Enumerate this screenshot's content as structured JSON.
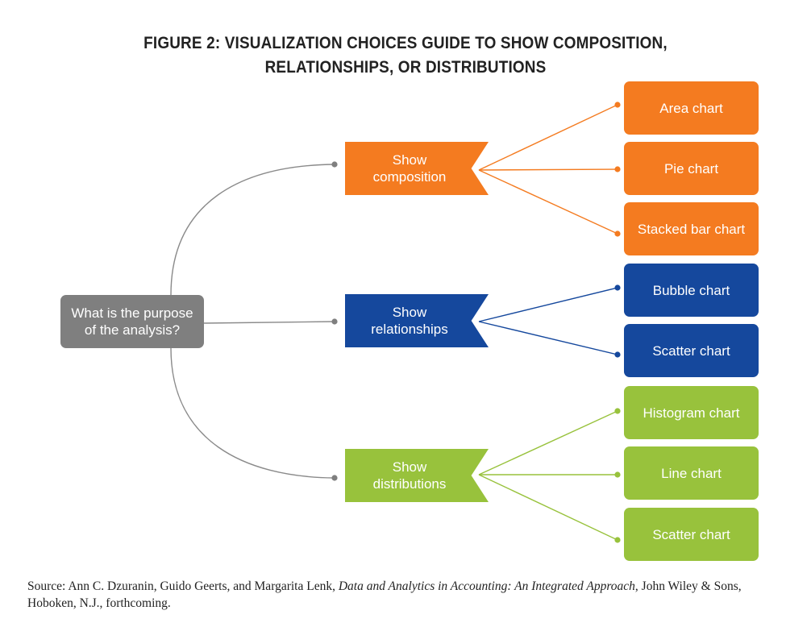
{
  "title": {
    "line1": "FIGURE 2: VISUALIZATION CHOICES GUIDE TO SHOW COMPOSITION,",
    "line2": "RELATIONSHIPS, OR DISTRIBUTIONS"
  },
  "root": {
    "line1": "What is the purpose",
    "line2": "of the analysis?",
    "color": "#7f7f7f"
  },
  "categories": [
    {
      "line1": "Show",
      "line2": "composition",
      "color": "#f47b20",
      "leaves": [
        "Area chart",
        "Pie chart",
        "Stacked bar chart"
      ]
    },
    {
      "line1": "Show",
      "line2": "relationships",
      "color": "#15489d",
      "leaves": [
        "Bubble chart",
        "Scatter chart"
      ]
    },
    {
      "line1": "Show",
      "line2": "distributions",
      "color": "#98c23c",
      "leaves": [
        "Histogram chart",
        "Line chart",
        "Scatter chart"
      ]
    }
  ],
  "source": {
    "prefix": "Source: Ann C. Dzuranin, Guido Geerts, and Margarita Lenk, ",
    "book_title": "Data and Analytics in Accounting: An Integrated Approach",
    "suffix": ", John Wiley & Sons, Hoboken, N.J., forthcoming."
  }
}
